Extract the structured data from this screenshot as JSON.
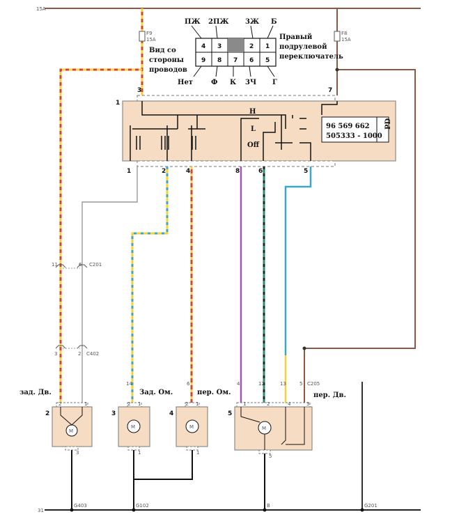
{
  "feeds": {
    "top_left": "15A",
    "bottom_left": "31"
  },
  "fuses": [
    {
      "name": "F9",
      "rating": "15A"
    },
    {
      "name": "F8",
      "rating": "15A"
    }
  ],
  "connector_view": {
    "caption": [
      "Вид со",
      "стороны",
      "проводов"
    ],
    "top_row": [
      "4",
      "3",
      "",
      "2",
      "1"
    ],
    "bottom_row": [
      "9",
      "8",
      "7",
      "6",
      "5"
    ],
    "labels_top": [
      "ПЖ",
      "2ПЖ",
      "3Ж",
      "Б"
    ],
    "labels_bottom": [
      "Нет",
      "Ф",
      "К",
      "3Ч",
      "Г"
    ]
  },
  "switch": {
    "title": [
      "Правый",
      "подрулевой",
      "переключатель"
    ],
    "number": "1",
    "part_numbers": [
      "96 569 662",
      "505333 - 1000"
    ],
    "code": "PD",
    "modes": [
      "H",
      "L",
      "Off"
    ],
    "top_pins": [
      "3",
      "7"
    ],
    "bottom_pins": [
      "1",
      "2",
      "4",
      "8",
      "6",
      "5"
    ]
  },
  "splices": [
    {
      "name": "C201",
      "pins": [
        "11",
        "6"
      ]
    },
    {
      "name": "C402",
      "pins": [
        "3",
        "2"
      ]
    },
    {
      "name": "C205",
      "pins": [
        "14",
        "6",
        "4",
        "12",
        "13",
        "5"
      ]
    }
  ],
  "motors": [
    {
      "num": "2",
      "label": "зад. Дв.",
      "pins_top": [
        "2",
        "1"
      ],
      "pin_bottom": "3",
      "glyph": "M"
    },
    {
      "num": "3",
      "label": "Зад. Ом.",
      "pins_top": [
        "2",
        "1"
      ],
      "pin_bottom": "1",
      "glyph": "M"
    },
    {
      "num": "4",
      "label": "пер. Ом.",
      "pins_top": [
        "2",
        "1"
      ],
      "pin_bottom": "1",
      "glyph": "M"
    },
    {
      "num": "5",
      "label": "пер. Дв.",
      "pins_top": [
        "1",
        "2",
        "4",
        "3"
      ],
      "pin_bottom": "5",
      "glyph": "M"
    }
  ],
  "grounds": [
    "G403",
    "G102",
    "B",
    "G201"
  ]
}
